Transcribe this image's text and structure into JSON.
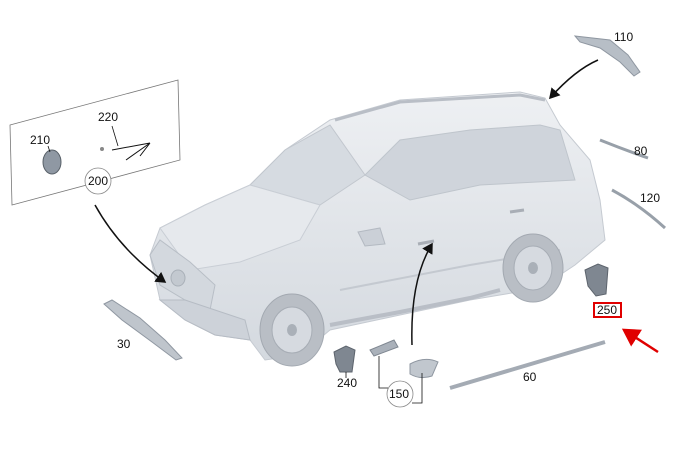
{
  "callouts": {
    "c110": "110",
    "c80": "80",
    "c120": "120",
    "c220": "220",
    "c210": "210",
    "c200": "200",
    "c30": "30",
    "c240": "240",
    "c150": "150",
    "c60": "60",
    "c250": "250"
  },
  "colors": {
    "highlight": "#e00000",
    "body": "#dfe3e8",
    "body_shade": "#c9ced5",
    "tire": "#b8bdc4",
    "line": "#111111",
    "trim_dark": "#9aa1aa"
  }
}
